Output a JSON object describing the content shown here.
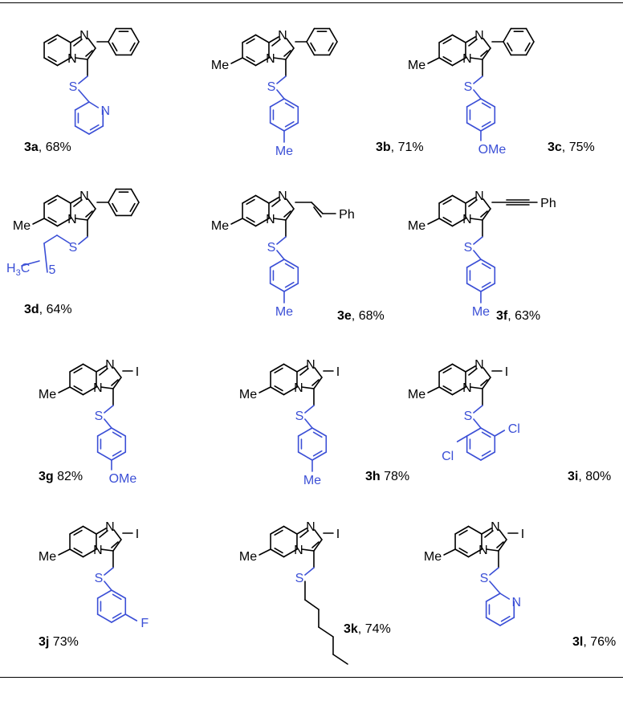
{
  "compounds": [
    {
      "id": "3a",
      "yield": "68%",
      "sep": ", "
    },
    {
      "id": "3b",
      "yield": "71%",
      "sep": ", "
    },
    {
      "id": "3c",
      "yield": "75%",
      "sep": ", "
    },
    {
      "id": "3d",
      "yield": "64%",
      "sep": ", "
    },
    {
      "id": "3e",
      "yield": "68%",
      "sep": ", "
    },
    {
      "id": "3f",
      "yield": "63%",
      "sep": ", "
    },
    {
      "id": "3g",
      "yield": "82%",
      "sep": " "
    },
    {
      "id": "3h",
      "yield": "78%",
      "sep": " "
    },
    {
      "id": "3i",
      "yield": "80%",
      "sep": ", "
    },
    {
      "id": "3j",
      "yield": "73%",
      "sep": " "
    },
    {
      "id": "3k",
      "yield": "74%",
      "sep": ", "
    },
    {
      "id": "3l",
      "yield": "76%",
      "sep": ", "
    }
  ],
  "atoms": {
    "N": "N",
    "S": "S",
    "I": "I",
    "Me": "Me",
    "OMe": "OMe",
    "Ph": "Ph",
    "Cl": "Cl",
    "F": "F",
    "H3C": "H",
    "H3C_sub": "3",
    "H3C_C": "C",
    "n5": "5"
  },
  "colors": {
    "core": "#000000",
    "thio_substituent": "#3b4fd6"
  }
}
